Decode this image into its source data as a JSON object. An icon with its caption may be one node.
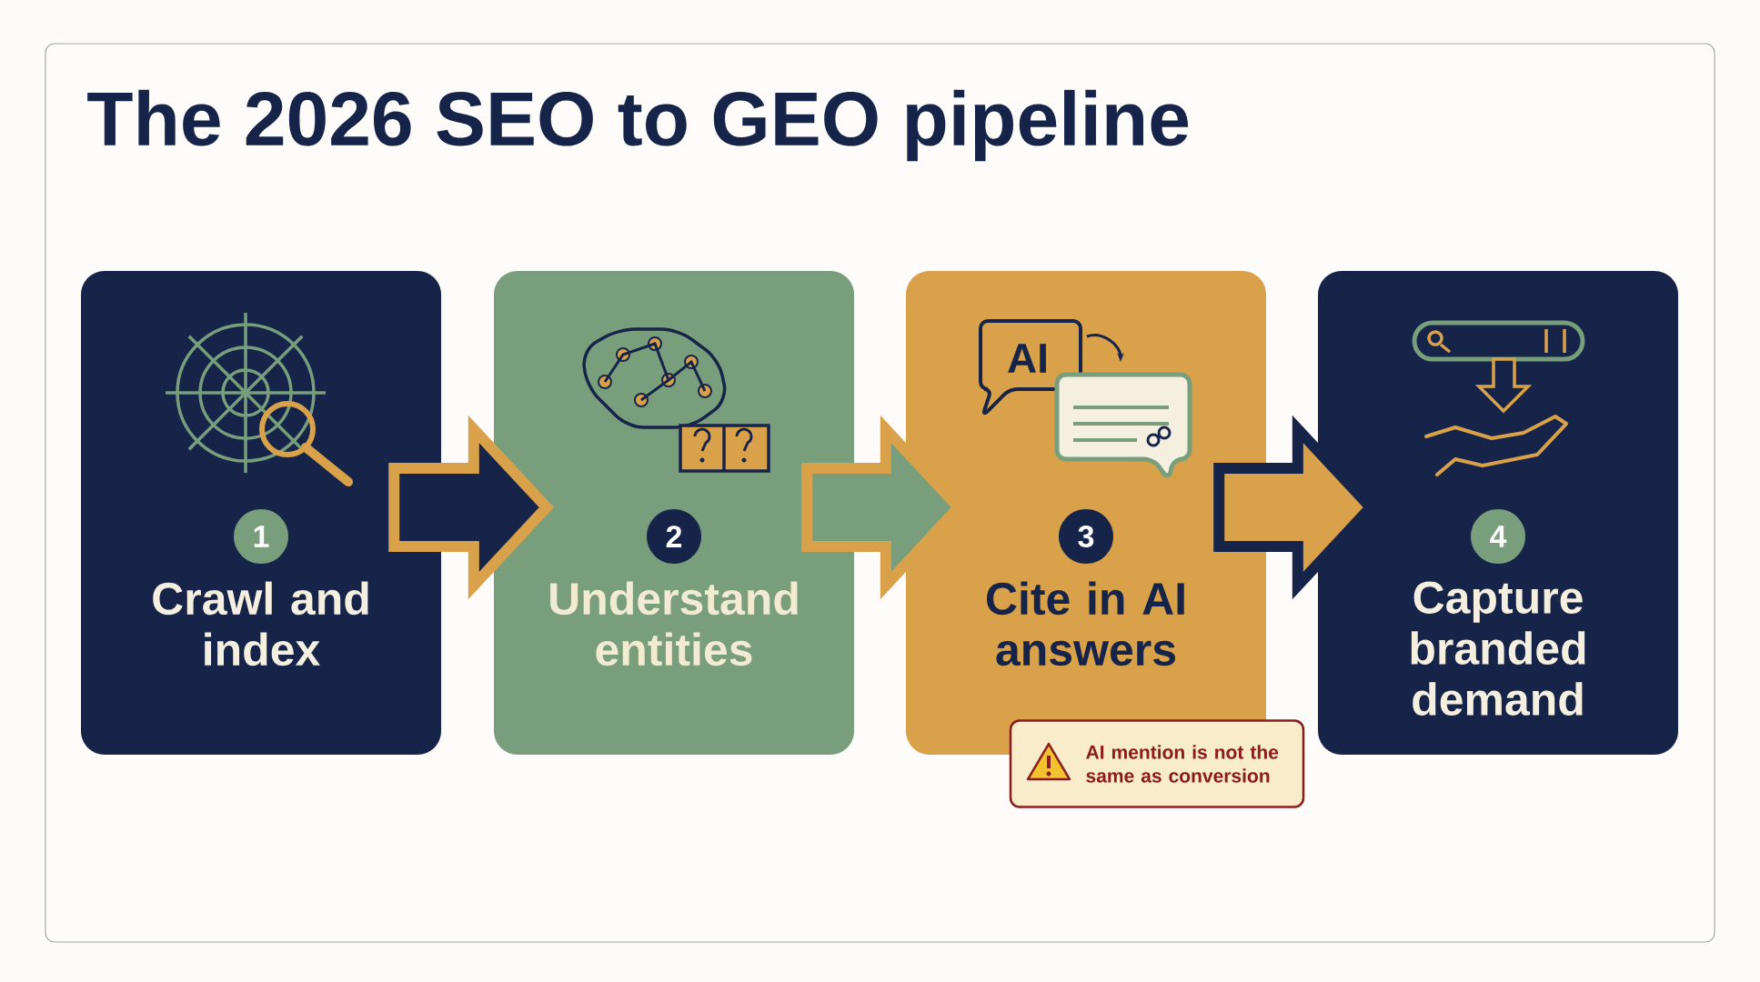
{
  "diagram": {
    "title": "The 2026 SEO to GEO pipeline",
    "nodes": [
      {
        "text": [
          "1",
          "Crawl and index"
        ]
      },
      {
        "text": [
          "2",
          "Understand entities"
        ]
      },
      {
        "text": [
          "3",
          "Cite in AI answers"
        ]
      },
      {
        "text": [
          "4",
          "Capture branded demand"
        ]
      },
      {
        "text": [
          "AI mention is not the same as conversion"
        ]
      }
    ],
    "edges": [
      {
        "from": 0,
        "to": 1,
        "arrow": "to",
        "color": "#16244a"
      },
      {
        "from": 1,
        "to": 2,
        "arrow": "to",
        "color": "#789e7c"
      },
      {
        "from": 2,
        "to": 3,
        "arrow": "to",
        "color": "#d9a24a"
      }
    ],
    "labels": [
      "AI"
    ]
  }
}
